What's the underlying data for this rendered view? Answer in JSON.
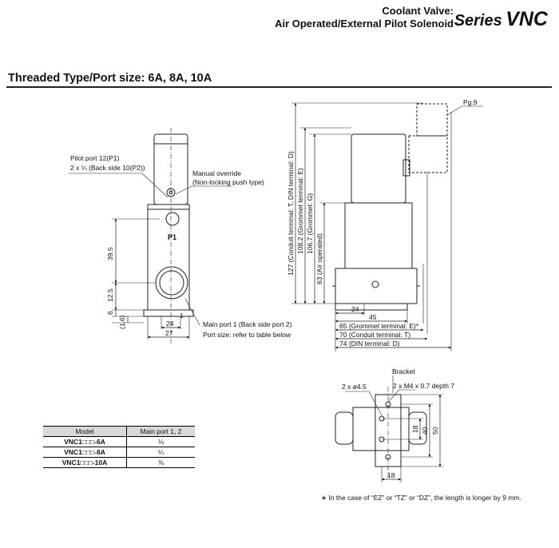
{
  "header": {
    "line1": "Coolant Valve:",
    "line2": "Air Operated/External Pilot Solenoid",
    "series_word": "Series",
    "series_code": "VNC"
  },
  "section_title": "Threaded Type/Port size: 6A, 8A, 10A",
  "front_view": {
    "pilot_port_label": "Pilot port 12(P1)",
    "pilot_port_size": "2 x ¼ (Back side 10(P2))",
    "manual_override": "Manual override",
    "manual_override_note": "(Non-locking push type)",
    "p1_mark": "P1",
    "dim_39_5": "39.5",
    "dim_12_5": "12.5",
    "dim_6": "6",
    "dim_1_6": "(1.6)",
    "dim_24": "24",
    "dim_27": "27",
    "mark_1": "1",
    "main_port_label": "Main port 1 (Back side port 2)",
    "port_size_note": "Port size: refer to table below"
  },
  "side_view": {
    "pg9": "Pg.9",
    "dim_127": "127 (Conduit terminal: T, DIN terminal: D)",
    "dim_108_2": "108.2 (Grommet terminal: E)",
    "dim_106_7": "106.7 (Grommet: G)",
    "dim_63": "63 (Air operated)",
    "dim_24": "24",
    "dim_45": "45",
    "dim_65": "65 (Grommet terminal: E)*",
    "dim_70": "70 (Conduit terminal: T)",
    "dim_74": "74 (DIN terminal: D)"
  },
  "bottom_view": {
    "bracket": "Bracket",
    "holes": "2 x ø4.5",
    "threads": "2 x M4 x 0.7 depth 7",
    "dim_18_v": "18",
    "dim_40": "40",
    "dim_50": "50",
    "dim_18_h": "18"
  },
  "model_table": {
    "headers": [
      "Model",
      "Main port 1, 2"
    ],
    "rows": [
      [
        "VNC1□□□-6A",
        "⅛"
      ],
      [
        "VNC1□□□-8A",
        "¼"
      ],
      [
        "VNC1□□□-10A",
        "⅜"
      ]
    ]
  },
  "footnote": "∗ In the case of “EZ” or “TZ” or “DZ”, the length is longer by 9 mm."
}
